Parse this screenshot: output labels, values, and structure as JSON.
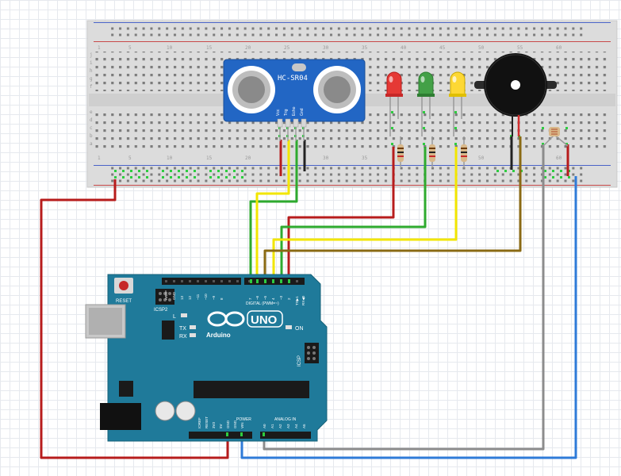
{
  "breadboard": {
    "row_letters_top": [
      "j",
      "i",
      "h",
      "g",
      "f"
    ],
    "row_letters_bottom": [
      "e",
      "d",
      "c",
      "b",
      "a"
    ],
    "column_numbers": [
      "1",
      "5",
      "10",
      "15",
      "20",
      "25",
      "30",
      "35",
      "40",
      "45",
      "50",
      "55",
      "60"
    ]
  },
  "sensor": {
    "label": "HC-SR04",
    "pins": [
      "Vcc",
      "Trig",
      "Echo",
      "Gnd"
    ]
  },
  "leds": [
    {
      "color": "red",
      "hex": "#e53935"
    },
    {
      "color": "green",
      "hex": "#43a047"
    },
    {
      "color": "yellow",
      "hex": "#fdd835"
    }
  ],
  "buzzer": {
    "icon": "piezo-buzzer-icon"
  },
  "photoresistor": {
    "icon": "photoresistor-icon"
  },
  "board": {
    "reset_label": "RESET",
    "icsp2_label": "ICSP2",
    "icsp_label": "ICSP",
    "brand": "Arduino",
    "model": "UNO",
    "digital_label": "DIGITAL (PWM=~)",
    "power_label": "POWER",
    "analog_label": "ANALOG IN",
    "led_labels": [
      "L",
      "TX",
      "RX",
      "ON"
    ],
    "digital_pins": [
      "AREF",
      "GND",
      "13",
      "12",
      "~11",
      "~10",
      "~9",
      "8",
      "7",
      "~6",
      "~5",
      "4",
      "~3",
      "2",
      "TX▶1",
      "RX◀0"
    ],
    "power_pins": [
      "IOREF",
      "RESET",
      "3V3",
      "5V",
      "GND",
      "GND",
      "VIN"
    ],
    "analog_pins": [
      "A0",
      "A1",
      "A2",
      "A3",
      "A4",
      "A5"
    ]
  },
  "colors": {
    "board": "#1f7a9a",
    "board_dark": "#15607a",
    "wire_red": "#b71c1c",
    "wire_green": "#2eaa2e",
    "wire_yellow": "#f2e600",
    "wire_brown": "#8a6a14",
    "wire_gray": "#8c8c8c",
    "wire_blue": "#2f7bd8",
    "wire_black": "#222222"
  }
}
